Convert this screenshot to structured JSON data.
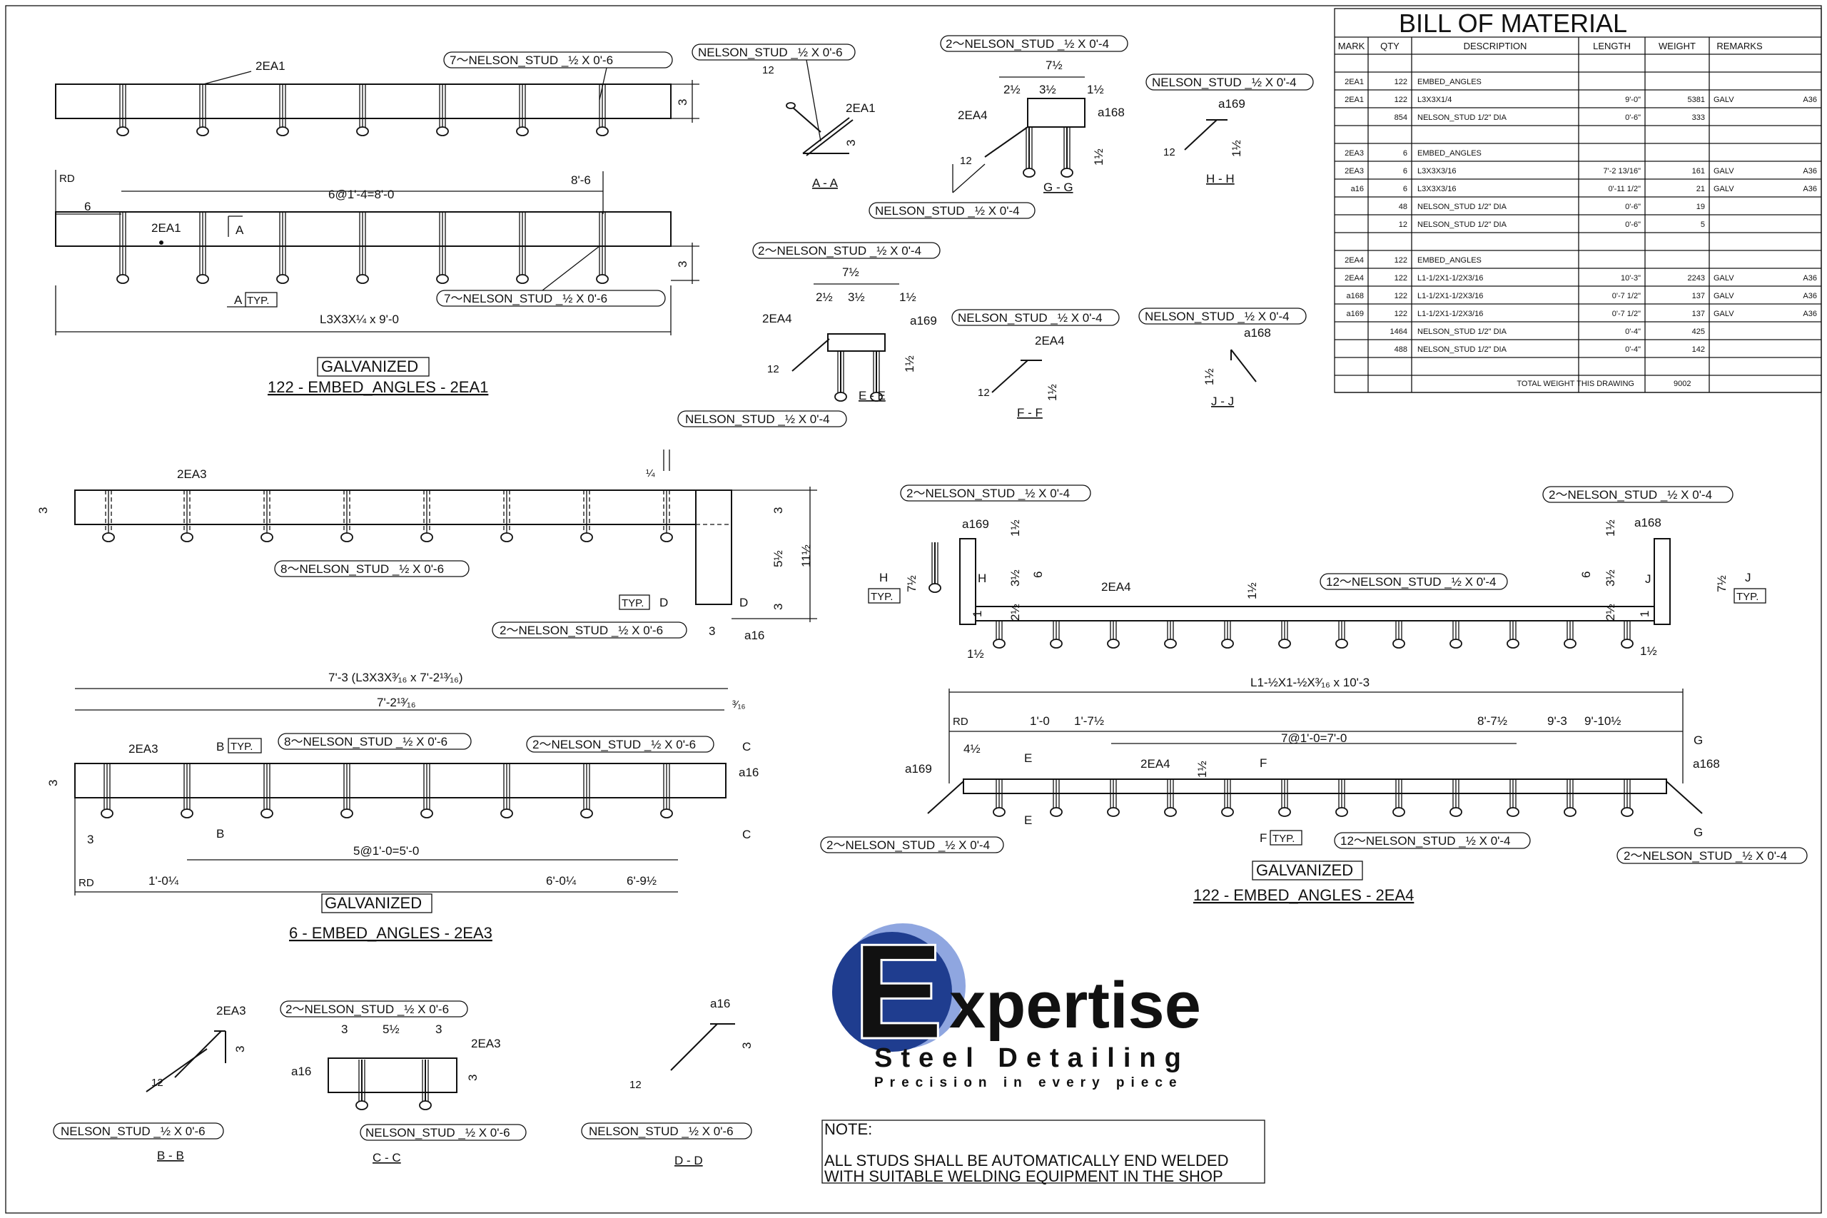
{
  "bom": {
    "title": "BILL OF MATERIAL",
    "headers": [
      "MARK",
      "QTY",
      "DESCRIPTION",
      "LENGTH",
      "WEIGHT",
      "REMARKS",
      ""
    ],
    "rows": [
      [
        "",
        "",
        "",
        "",
        "",
        "",
        ""
      ],
      [
        "2EA1",
        "122",
        "EMBED_ANGLES",
        "",
        "",
        "",
        ""
      ],
      [
        "2EA1",
        "122",
        "L3X3X1/4",
        "9'-0\"",
        "5381",
        "GALV",
        "A36"
      ],
      [
        "",
        "854",
        "NELSON_STUD 1/2\" DIA",
        "0'-6\"",
        "333",
        "",
        ""
      ],
      [
        "",
        "",
        "",
        "",
        "",
        "",
        ""
      ],
      [
        "2EA3",
        "6",
        "EMBED_ANGLES",
        "",
        "",
        "",
        ""
      ],
      [
        "2EA3",
        "6",
        "L3X3X3/16",
        "7'-2 13/16\"",
        "161",
        "GALV",
        "A36"
      ],
      [
        "a16",
        "6",
        "L3X3X3/16",
        "0'-11 1/2\"",
        "21",
        "GALV",
        "A36"
      ],
      [
        "",
        "48",
        "NELSON_STUD 1/2\" DIA",
        "0'-6\"",
        "19",
        "",
        ""
      ],
      [
        "",
        "12",
        "NELSON_STUD 1/2\" DIA",
        "0'-6\"",
        "5",
        "",
        ""
      ],
      [
        "",
        "",
        "",
        "",
        "",
        "",
        ""
      ],
      [
        "2EA4",
        "122",
        "EMBED_ANGLES",
        "",
        "",
        "",
        ""
      ],
      [
        "2EA4",
        "122",
        "L1-1/2X1-1/2X3/16",
        "10'-3\"",
        "2243",
        "GALV",
        "A36"
      ],
      [
        "a168",
        "122",
        "L1-1/2X1-1/2X3/16",
        "0'-7 1/2\"",
        "137",
        "GALV",
        "A36"
      ],
      [
        "a169",
        "122",
        "L1-1/2X1-1/2X3/16",
        "0'-7 1/2\"",
        "137",
        "GALV",
        "A36"
      ],
      [
        "",
        "1464",
        "NELSON_STUD 1/2\" DIA",
        "0'-4\"",
        "425",
        "",
        ""
      ],
      [
        "",
        "488",
        "NELSON_STUD 1/2\" DIA",
        "0'-4\"",
        "142",
        "",
        ""
      ],
      [
        "",
        "",
        "",
        "",
        "",
        "",
        ""
      ]
    ],
    "total_label": "TOTAL WEIGHT THIS DRAWING",
    "total_value": "9002"
  },
  "ea1": {
    "mark": "2EA1",
    "studs_top": "7～NELSON_STUD _½ X 0'-6",
    "studs_bottom": "7～NELSON_STUD _½ X 0'-6",
    "dim_3": "3",
    "rd": "RD",
    "dim_6": "6",
    "spacing": "6@1'-4=8'-0",
    "dim_end": "8'-6",
    "sec_a": "A",
    "typ": "TYP.",
    "length": "L3X3X¼ x 9'-0",
    "galv": "GALVANIZED",
    "caption": "122 - EMBED_ANGLES - 2EA1"
  },
  "sec_aa": {
    "stud": "NELSON_STUD _½ X 0'-6",
    "mark": "2EA1",
    "slope": "12",
    "dim": "3",
    "title": "A - A"
  },
  "sec_gg": {
    "stud_top": "2～NELSON_STUD _½ X 0'-4",
    "stud_bottom": "NELSON_STUD _½ X 0'-4",
    "d1": "7½",
    "d2": "2½",
    "d3": "3½",
    "d4": "1½",
    "d5": "1½",
    "mark": "2EA4",
    "part": "a168",
    "slope": "12",
    "title": "G - G"
  },
  "sec_hh": {
    "stud": "NELSON_STUD _½ X 0'-4",
    "part": "a169",
    "dim": "1½",
    "slope": "12",
    "title": "H - H"
  },
  "sec_ee": {
    "stud_top": "2～NELSON_STUD _½ X 0'-4",
    "stud_bottom": "NELSON_STUD _½ X 0'-4",
    "d1": "7½",
    "d2": "2½",
    "d3": "3½",
    "d4": "1½",
    "d5": "1½",
    "mark": "2EA4",
    "part": "a169",
    "slope": "12",
    "title": "E - E"
  },
  "sec_ff": {
    "stud": "NELSON_STUD _½ X 0'-4",
    "mark": "2EA4",
    "dim": "1½",
    "slope": "12",
    "title": "F - F"
  },
  "sec_jj": {
    "stud": "NELSON_STUD _½ X 0'-4",
    "part": "a168",
    "dim": "1½",
    "title": "J - J"
  },
  "ea3": {
    "mark": "2EA3",
    "weld": "¼",
    "studs_a": "8～NELSON_STUD _½ X 0'-6",
    "studs_b": "2～NELSON_STUD _½ X 0'-6",
    "d3": "3",
    "d512": "5½",
    "d1112": "11½",
    "typ": "TYP.",
    "sec_d": "D",
    "part": "a16",
    "overall": "7'-3 (L3X3X³⁄₁₆ x 7'-2¹³⁄₁₆)",
    "inner": "7'-2¹³⁄₁₆",
    "end": "³⁄₁₆",
    "sec_b": "B",
    "sec_c": "C",
    "studs_c": "8～NELSON_STUD _½ X 0'-6",
    "studs_d": "2～NELSON_STUD _½ X 0'-6",
    "spacing": "5@1'-0=5'-0",
    "rd": "RD",
    "s1": "1'-0¼",
    "s2": "6'-0¼",
    "s3": "6'-9½",
    "galv": "GALVANIZED",
    "caption": "6 - EMBED_ANGLES - 2EA3"
  },
  "sec_bb": {
    "stud": "NELSON_STUD _½ X 0'-6",
    "mark": "2EA3",
    "dim": "3",
    "slope": "12",
    "title": "B - B"
  },
  "sec_cc": {
    "stud_top": "2～NELSON_STUD _½ X 0'-6",
    "stud_bottom": "NELSON_STUD _½ X 0'-6",
    "d1": "3",
    "d2": "5½",
    "d3": "3",
    "mark": "2EA3",
    "part": "a16",
    "dim": "3",
    "title": "C - C"
  },
  "sec_dd": {
    "stud": "NELSON_STUD _½ X 0'-6",
    "part": "a16",
    "dim": "3",
    "slope": "12",
    "title": "D - D"
  },
  "ea4": {
    "studs_l": "2～NELSON_STUD _½ X 0'-4",
    "studs_r": "2～NELSON_STUD _½ X 0'-4",
    "studs_mid": "12～NELSON_STUD _½ X 0'-4",
    "studs_bot": "12～NELSON_STUD _½ X 0'-4",
    "studs_bl": "2～NELSON_STUD _½ X 0'-4",
    "studs_br": "2～NELSON_STUD _½ X 0'-4",
    "mark": "2EA4",
    "p169": "a169",
    "p168": "a168",
    "d112": "1½",
    "d312": "3½",
    "d6": "6",
    "d212": "2½",
    "d1": "1",
    "d712": "7½",
    "typ": "TYP.",
    "sec_h": "H",
    "sec_j": "J",
    "sec_e": "E",
    "sec_f": "F",
    "sec_g": "G",
    "length": "L1-½X1-½X³⁄₁₆ x 10'-3",
    "rd": "RD",
    "s1": "1'-0",
    "s2": "1'-7½",
    "s3": "4½",
    "spacing": "7@1'-0=7'-0",
    "s4": "8'-7½",
    "s5": "9'-3",
    "s6": "9'-10½",
    "galv": "GALVANIZED",
    "caption": "122 - EMBED_ANGLES - 2EA4"
  },
  "logo": {
    "brand": "xpertise",
    "sub": "Steel Detailing",
    "tagline": "Precision in every piece",
    "letter": "E"
  },
  "note": {
    "title": "NOTE:",
    "line1": "ALL STUDS SHALL BE AUTOMATICALLY END WELDED",
    "line2": "WITH SUITABLE WELDING EQUIPMENT IN THE SHOP"
  },
  "colors": {
    "logo_blue": "#1f3d8f",
    "logo_light": "#8fa6e0",
    "ink": "#111111"
  }
}
